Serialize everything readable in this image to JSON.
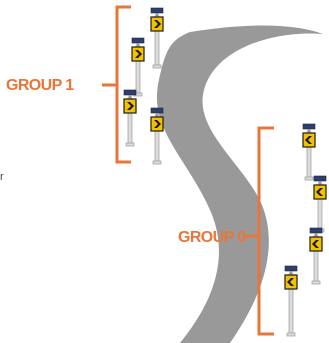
{
  "labels": {
    "group_1": "GROUP 1",
    "group_0": "GROUP 0",
    "stray_text": "r"
  },
  "colors": {
    "accent": "#E8763A",
    "road": "#999999",
    "sign_yellow": "#F2C200",
    "sign_black": "#1A1A1A",
    "post": "#DCDCDC",
    "post_outline": "#9A9A9A",
    "solar_panel": "#2E3E6E"
  },
  "icons": {
    "sign": "chevron-sign-icon",
    "panel": "solar-panel-icon"
  },
  "groups": [
    {
      "id": "group-1",
      "sign_count": 4,
      "chevron_direction": "right"
    },
    {
      "id": "group-0",
      "sign_count": 4,
      "chevron_direction": "left"
    }
  ]
}
